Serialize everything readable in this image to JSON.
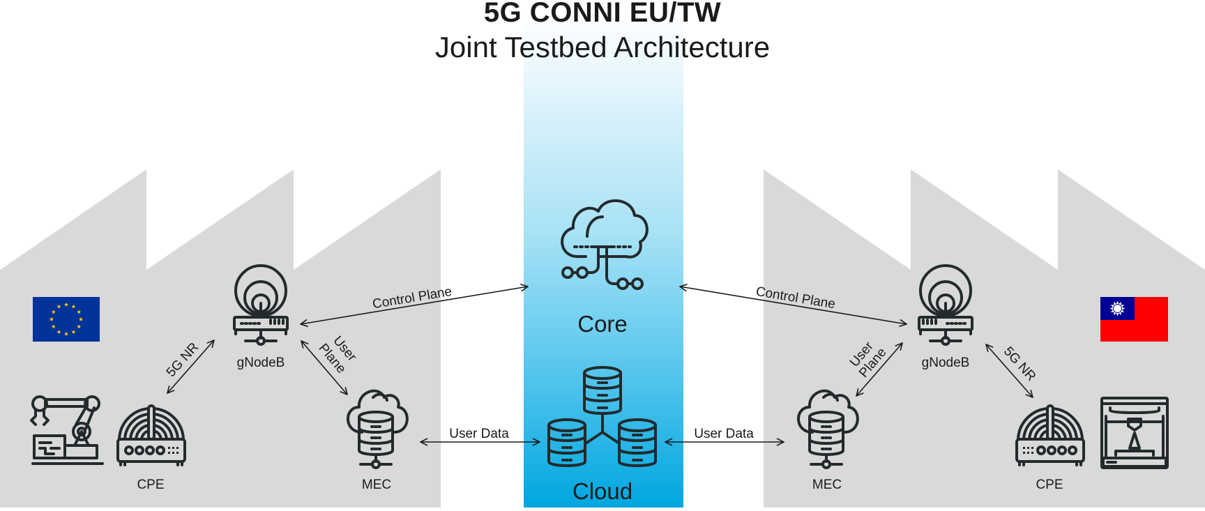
{
  "title": {
    "main": "5G CONNI EU/TW",
    "sub": "Joint Testbed Architecture"
  },
  "colors": {
    "factory_gray": "#d9d9d9",
    "band_top": "#ffffff",
    "band_bottom": "#00a6df",
    "icon_stroke": "#232a2c",
    "eu_blue": "#003399",
    "eu_star": "#ffcc00",
    "tw_red": "#fe0000",
    "tw_blue": "#000095"
  },
  "central": {
    "core_label": "Core",
    "cloud_label": "Cloud"
  },
  "left_site": {
    "flag": "eu-flag",
    "gnodeb_label": "gNodeB",
    "mec_label": "MEC",
    "cpe_label": "CPE",
    "device": "robot-arm-icon",
    "links": {
      "radio": "5G NR",
      "user_plane_line1": "User",
      "user_plane_line2": "Plane",
      "control": "Control Plane",
      "user_data": "User Data"
    }
  },
  "right_site": {
    "flag": "taiwan-flag",
    "gnodeb_label": "gNodeB",
    "mec_label": "MEC",
    "cpe_label": "CPE",
    "device": "3d-printer-icon",
    "links": {
      "radio": "5G NR",
      "user_plane_line1": "User",
      "user_plane_line2": "Plane",
      "control": "Control Plane",
      "user_data": "User Data"
    }
  }
}
